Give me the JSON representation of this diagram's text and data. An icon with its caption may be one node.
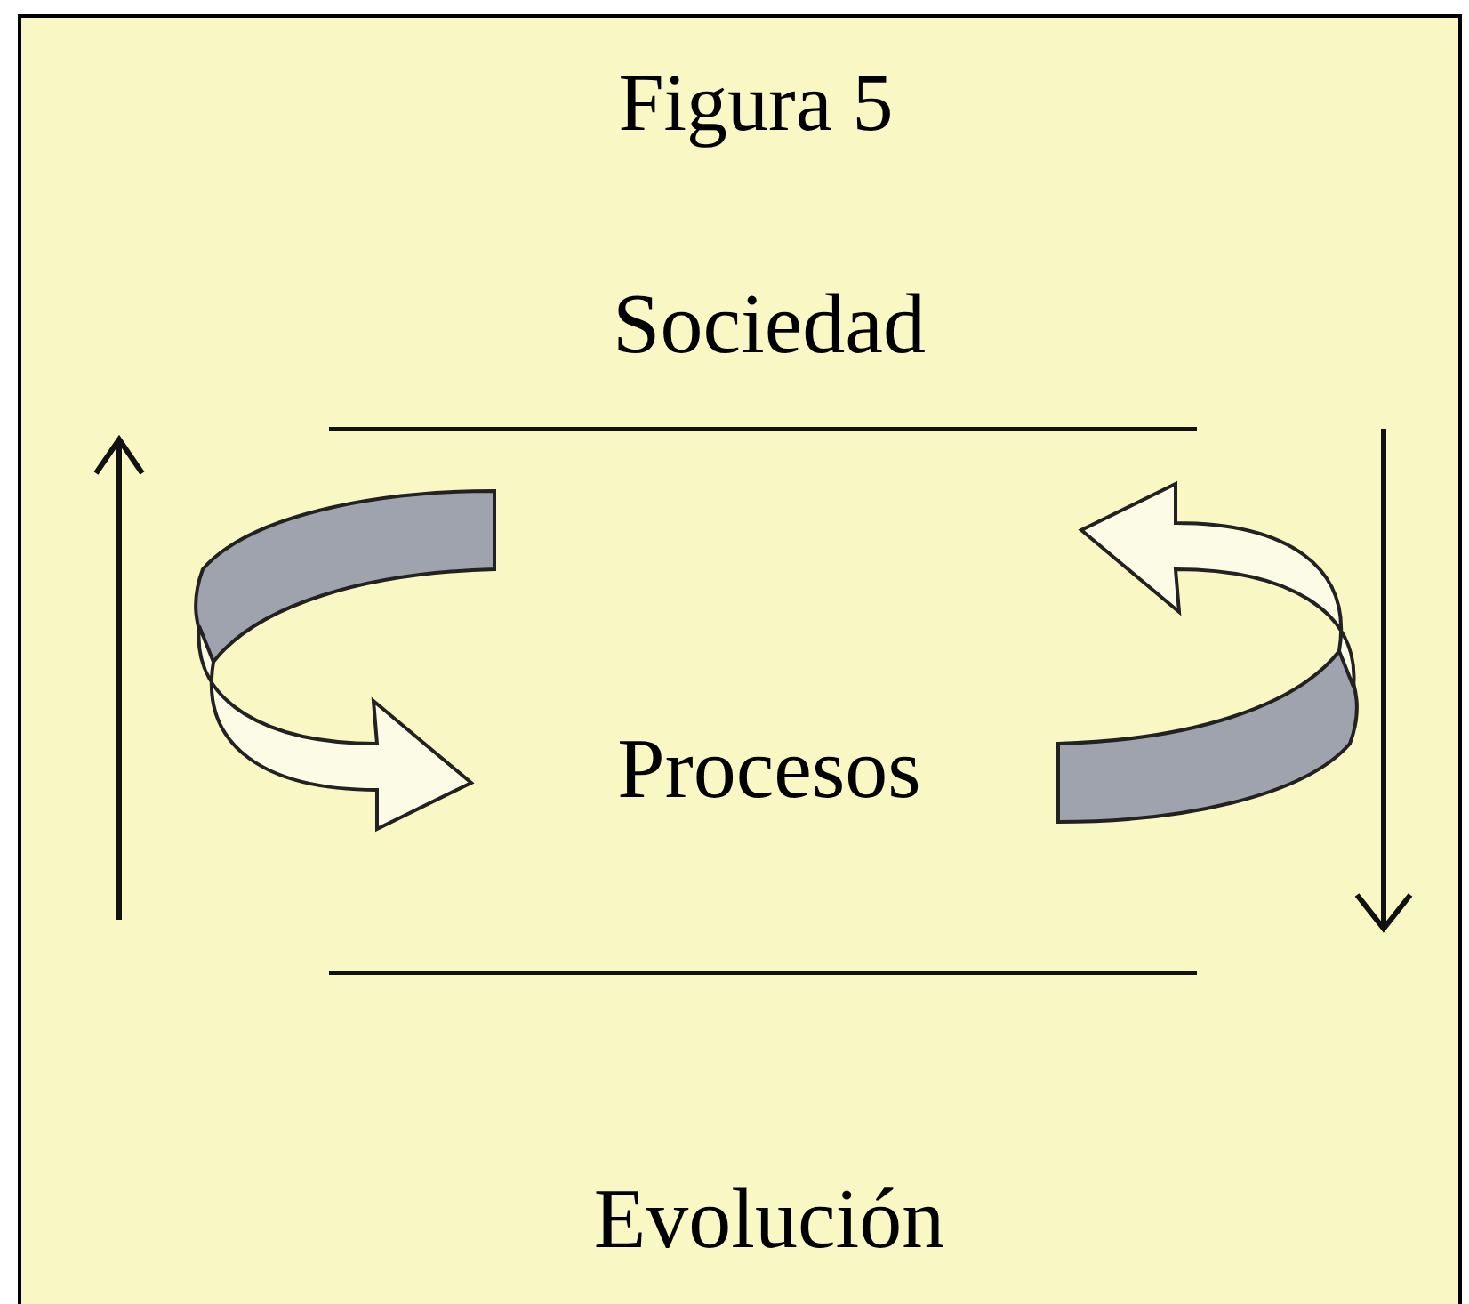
{
  "diagram": {
    "title": "Figura 5",
    "labels": [
      "Sociedad",
      "Procesos",
      "Evolución"
    ]
  }
}
